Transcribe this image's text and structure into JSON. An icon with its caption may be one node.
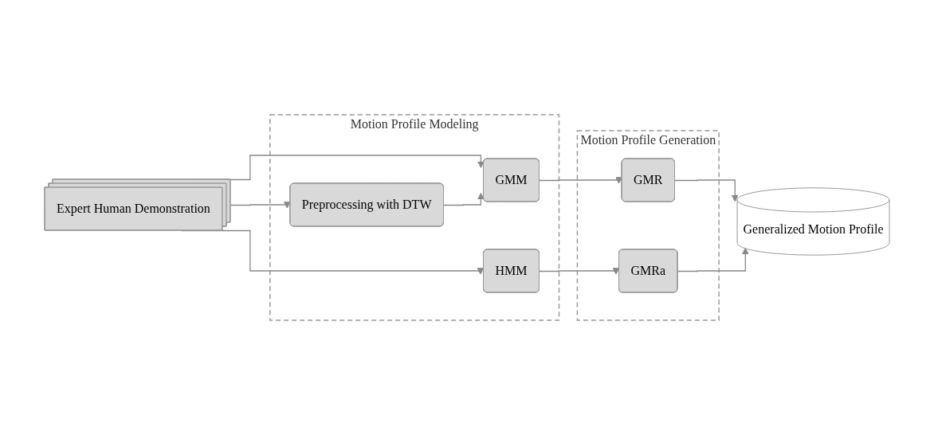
{
  "diagram": {
    "nodes": [
      {
        "text": [
          "Expert Human Demonstration"
        ]
      },
      {
        "text": [
          "Motion Profile Modeling"
        ]
      },
      {
        "text": [
          "Preprocessing with DTW"
        ],
        "in": 1
      },
      {
        "text": [
          "GMM"
        ],
        "in": 1
      },
      {
        "text": [
          "HMM"
        ],
        "in": 1
      },
      {
        "text": [
          "Motion Profile Generation"
        ]
      },
      {
        "text": [
          "GMR"
        ],
        "in": 5
      },
      {
        "text": [
          "GMRa"
        ],
        "in": 5
      },
      {
        "text": [
          "Generalized Motion Profile"
        ]
      }
    ],
    "edges": [
      {
        "from": 0,
        "to": 2,
        "arrow": "to"
      },
      {
        "from": 0,
        "to": 3,
        "arrow": "to"
      },
      {
        "from": 0,
        "to": 4,
        "arrow": "to"
      },
      {
        "from": 2,
        "to": 3,
        "arrow": "to"
      },
      {
        "from": 3,
        "to": 6,
        "arrow": "to"
      },
      {
        "from": 4,
        "to": 7,
        "arrow": "to"
      },
      {
        "from": 6,
        "to": 8,
        "arrow": "to"
      },
      {
        "from": 7,
        "to": 8,
        "arrow": "to"
      }
    ]
  }
}
